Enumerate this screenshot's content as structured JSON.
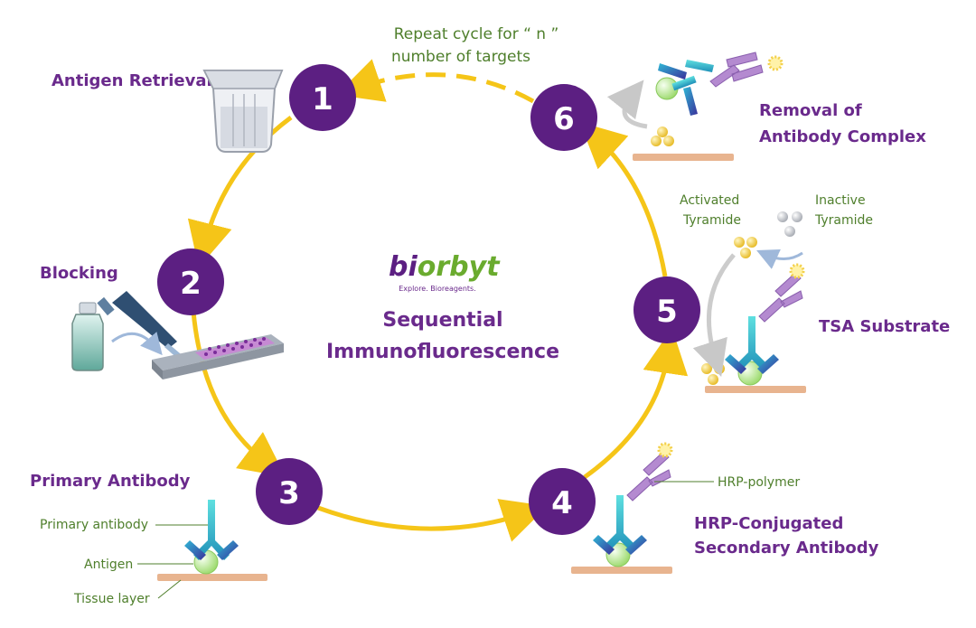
{
  "center": {
    "logo_brand_prefix": "bi",
    "logo_brand_suffix": "orbyt",
    "logo_tagline": "Explore. Bioreagents.",
    "title_line1": "Sequential",
    "title_line2": "Immunofluorescence"
  },
  "repeat_note": {
    "line1": "Repeat cycle for “ n ”",
    "line2": "number of targets"
  },
  "steps": [
    {
      "number": "1",
      "title_lines": [
        "Antigen Retrieval"
      ]
    },
    {
      "number": "2",
      "title_lines": [
        "Blocking"
      ]
    },
    {
      "number": "3",
      "title_lines": [
        "Primary Antibody"
      ]
    },
    {
      "number": "4",
      "title_lines": [
        "HRP-Conjugated",
        "Secondary Antibody"
      ]
    },
    {
      "number": "5",
      "title_lines": [
        "TSA Substrate"
      ]
    },
    {
      "number": "6",
      "title_lines": [
        "Removal of",
        "Antibody Complex"
      ]
    }
  ],
  "labels": {
    "primary_antibody": "Primary antibody",
    "antigen": "Antigen",
    "tissue_layer": "Tissue layer",
    "hrp_polymer": "HRP-polymer",
    "activated_tyramide_line1": "Activated",
    "activated_tyramide_line2": "Tyramide",
    "inactive_tyramide_line1": "Inactive",
    "inactive_tyramide_line2": "Tyramide"
  },
  "colors": {
    "step_circle": "#5c1f82",
    "cycle_arrow": "#f5c518",
    "title_text": "#6a2a8c",
    "note_text": "#4f7f2c",
    "tissue": "#e8b48f",
    "antibody_cyan": "#34c3c9",
    "antibody_blue": "#2a5fb0",
    "secondary_purple": "#b48ad0",
    "antigen_green": "#b7e48a",
    "tyramide_gold": "#f3d04a",
    "tyramide_gray": "#b8bcc4",
    "logo_brand_prefix": "#5c1f82",
    "logo_brand_suffix": "#6aab2e"
  }
}
